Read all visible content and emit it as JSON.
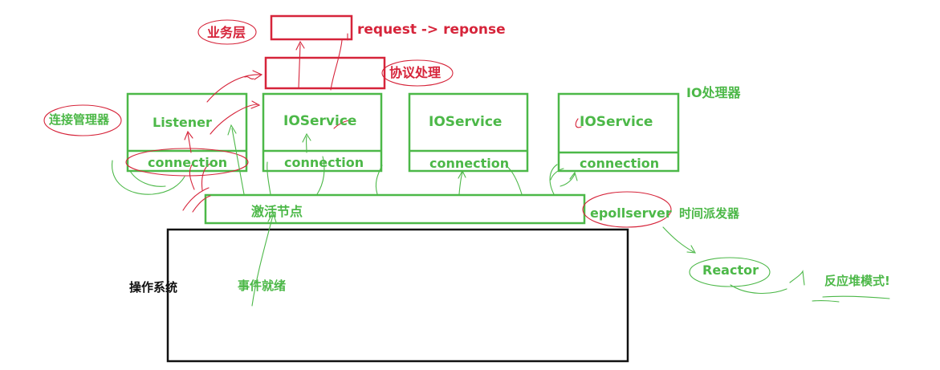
{
  "diagram": {
    "business_layer": "业务层",
    "request_response": "request -> reponse",
    "protocol_processing": "协议处理",
    "io_processor": "IO处理器",
    "connection_manager": "连接管理器",
    "listener": "Listener",
    "io_services": [
      "IOService",
      "IOService",
      "IOService"
    ],
    "connections": [
      "connection",
      "connection",
      "connection",
      "connection"
    ],
    "activation_node": "激活节点",
    "epollserver": "epollserver",
    "event_dispatcher": "时间派发器",
    "os": "操作系统",
    "event_ready": "事件就绪",
    "reactor": "Reactor",
    "reactor_mode": "反应堆模式!"
  },
  "colors": {
    "red": "#d6243a",
    "green": "#4cb848",
    "black": "#111111"
  }
}
